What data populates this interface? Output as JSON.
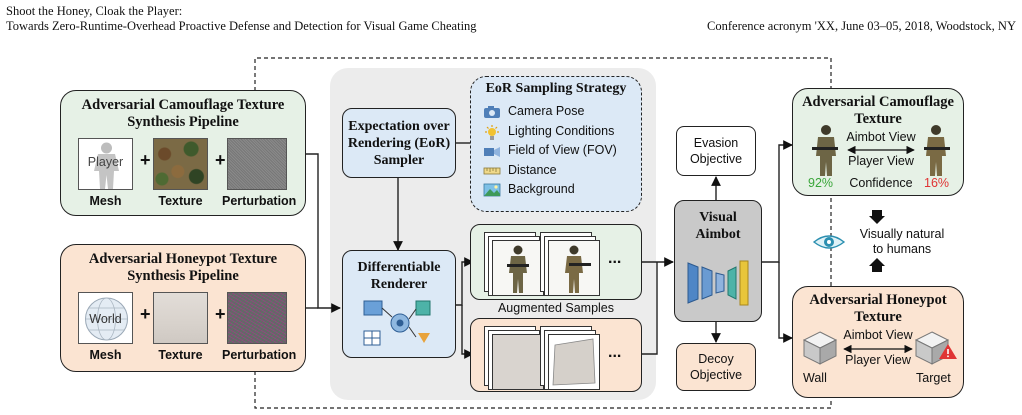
{
  "header": {
    "title_line1": "Shoot the Honey, Cloak the Player:",
    "title_line2": "Towards Zero-Runtime-Overhead Proactive Defense and Detection for Visual Game Cheating",
    "conference": "Conference acronym 'XX, June 03–05, 2018, Woodstock, NY"
  },
  "camo_pipeline": {
    "title_line1": "Adversarial Camouflage Texture",
    "title_line2": "Synthesis Pipeline",
    "tile_label": "Player",
    "captions": [
      "Mesh",
      "Texture",
      "Perturbation"
    ]
  },
  "honey_pipeline": {
    "title_line1": "Adversarial Honeypot Texture",
    "title_line2": "Synthesis Pipeline",
    "tile_label": "World",
    "captions": [
      "Mesh",
      "Texture",
      "Perturbation"
    ]
  },
  "plus_sign": "+",
  "eor_sampler": {
    "line1": "Expectation over",
    "line2": "Rendering (EoR)",
    "line3": "Sampler"
  },
  "eor_strategy": {
    "title": "EoR Sampling Strategy",
    "items": [
      {
        "label": "Camera Pose",
        "icon": "camera-icon"
      },
      {
        "label": "Lighting Conditions",
        "icon": "sun-icon"
      },
      {
        "label": "Field of View (FOV)",
        "icon": "fov-camera-icon"
      },
      {
        "label": "Distance",
        "icon": "ruler-icon"
      },
      {
        "label": "Background",
        "icon": "landscape-icon"
      }
    ]
  },
  "renderer": {
    "line1": "Differentiable",
    "line2": "Renderer"
  },
  "augmented_label": "Augmented Samples",
  "ellipsis": "...",
  "aimbot": {
    "line1": "Visual",
    "line2": "Aimbot"
  },
  "evasion": {
    "line1": "Evasion",
    "line2": "Objective"
  },
  "decoy": {
    "line1": "Decoy",
    "line2": "Objective"
  },
  "camo_result": {
    "title_line1": "Adversarial Camouflage",
    "title_line2": "Texture",
    "aimbot_view": "Aimbot View",
    "player_view": "Player View",
    "pct_left": "92%",
    "confidence": "Confidence",
    "pct_right": "16%"
  },
  "visually_natural": {
    "line1": "Visually natural",
    "line2": "to humans"
  },
  "honey_result": {
    "title_line1": "Adversarial Honeypot",
    "title_line2": "Texture",
    "aimbot_view": "Aimbot View",
    "player_view": "Player View",
    "wall": "Wall",
    "target": "Target"
  },
  "colors": {
    "camo_bg": "#e6f1e6",
    "honey_bg": "#fbe4d2",
    "strategy_bg": "#dce9f6",
    "center_panel": "#ececec",
    "aimbot_bg": "#c9c9c9",
    "green_pct": "#3aa63a",
    "red_pct": "#e03434"
  }
}
